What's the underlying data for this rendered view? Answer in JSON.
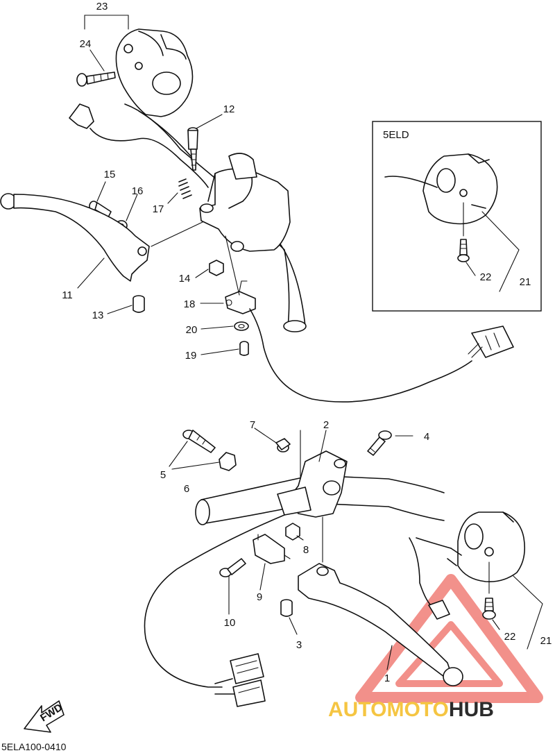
{
  "callouts": {
    "c1": "1",
    "c2": "2",
    "c3": "3",
    "c4": "4",
    "c5": "5",
    "c6": "6",
    "c7": "7",
    "c8": "8",
    "c9": "9",
    "c10": "10",
    "c11": "11",
    "c12": "12",
    "c13": "13",
    "c14": "14",
    "c15": "15",
    "c16": "16",
    "c17": "17",
    "c18": "18",
    "c19": "19",
    "c20": "20",
    "c21": "21",
    "c21b": "21",
    "c22": "22",
    "c22b": "22",
    "c23": "23",
    "c24": "24"
  },
  "inset": {
    "title": "5ELD"
  },
  "fwd_label": "FWD",
  "diagram_code": "5ELA100-0410",
  "watermark": {
    "part1": "AUTOMOTO",
    "part2": "HUB",
    "color1": "#f5c542",
    "color2": "#2b2b2b",
    "triangle_color": "#e8372c"
  }
}
